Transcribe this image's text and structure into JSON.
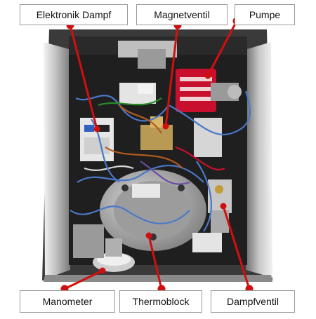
{
  "labels": {
    "elektronik_dampf": "Elektronik Dampf",
    "magnetventil": "Magnetventil",
    "pumpe": "Pumpe",
    "manometer": "Manometer",
    "thermoblock": "Thermoblock",
    "dampfventil": "Dampfventil"
  },
  "colors": {
    "pointer": "#d01010",
    "housing": "#2a2a2a",
    "pump_body": "#c8102e",
    "wire_blue": "#4a78c8"
  }
}
